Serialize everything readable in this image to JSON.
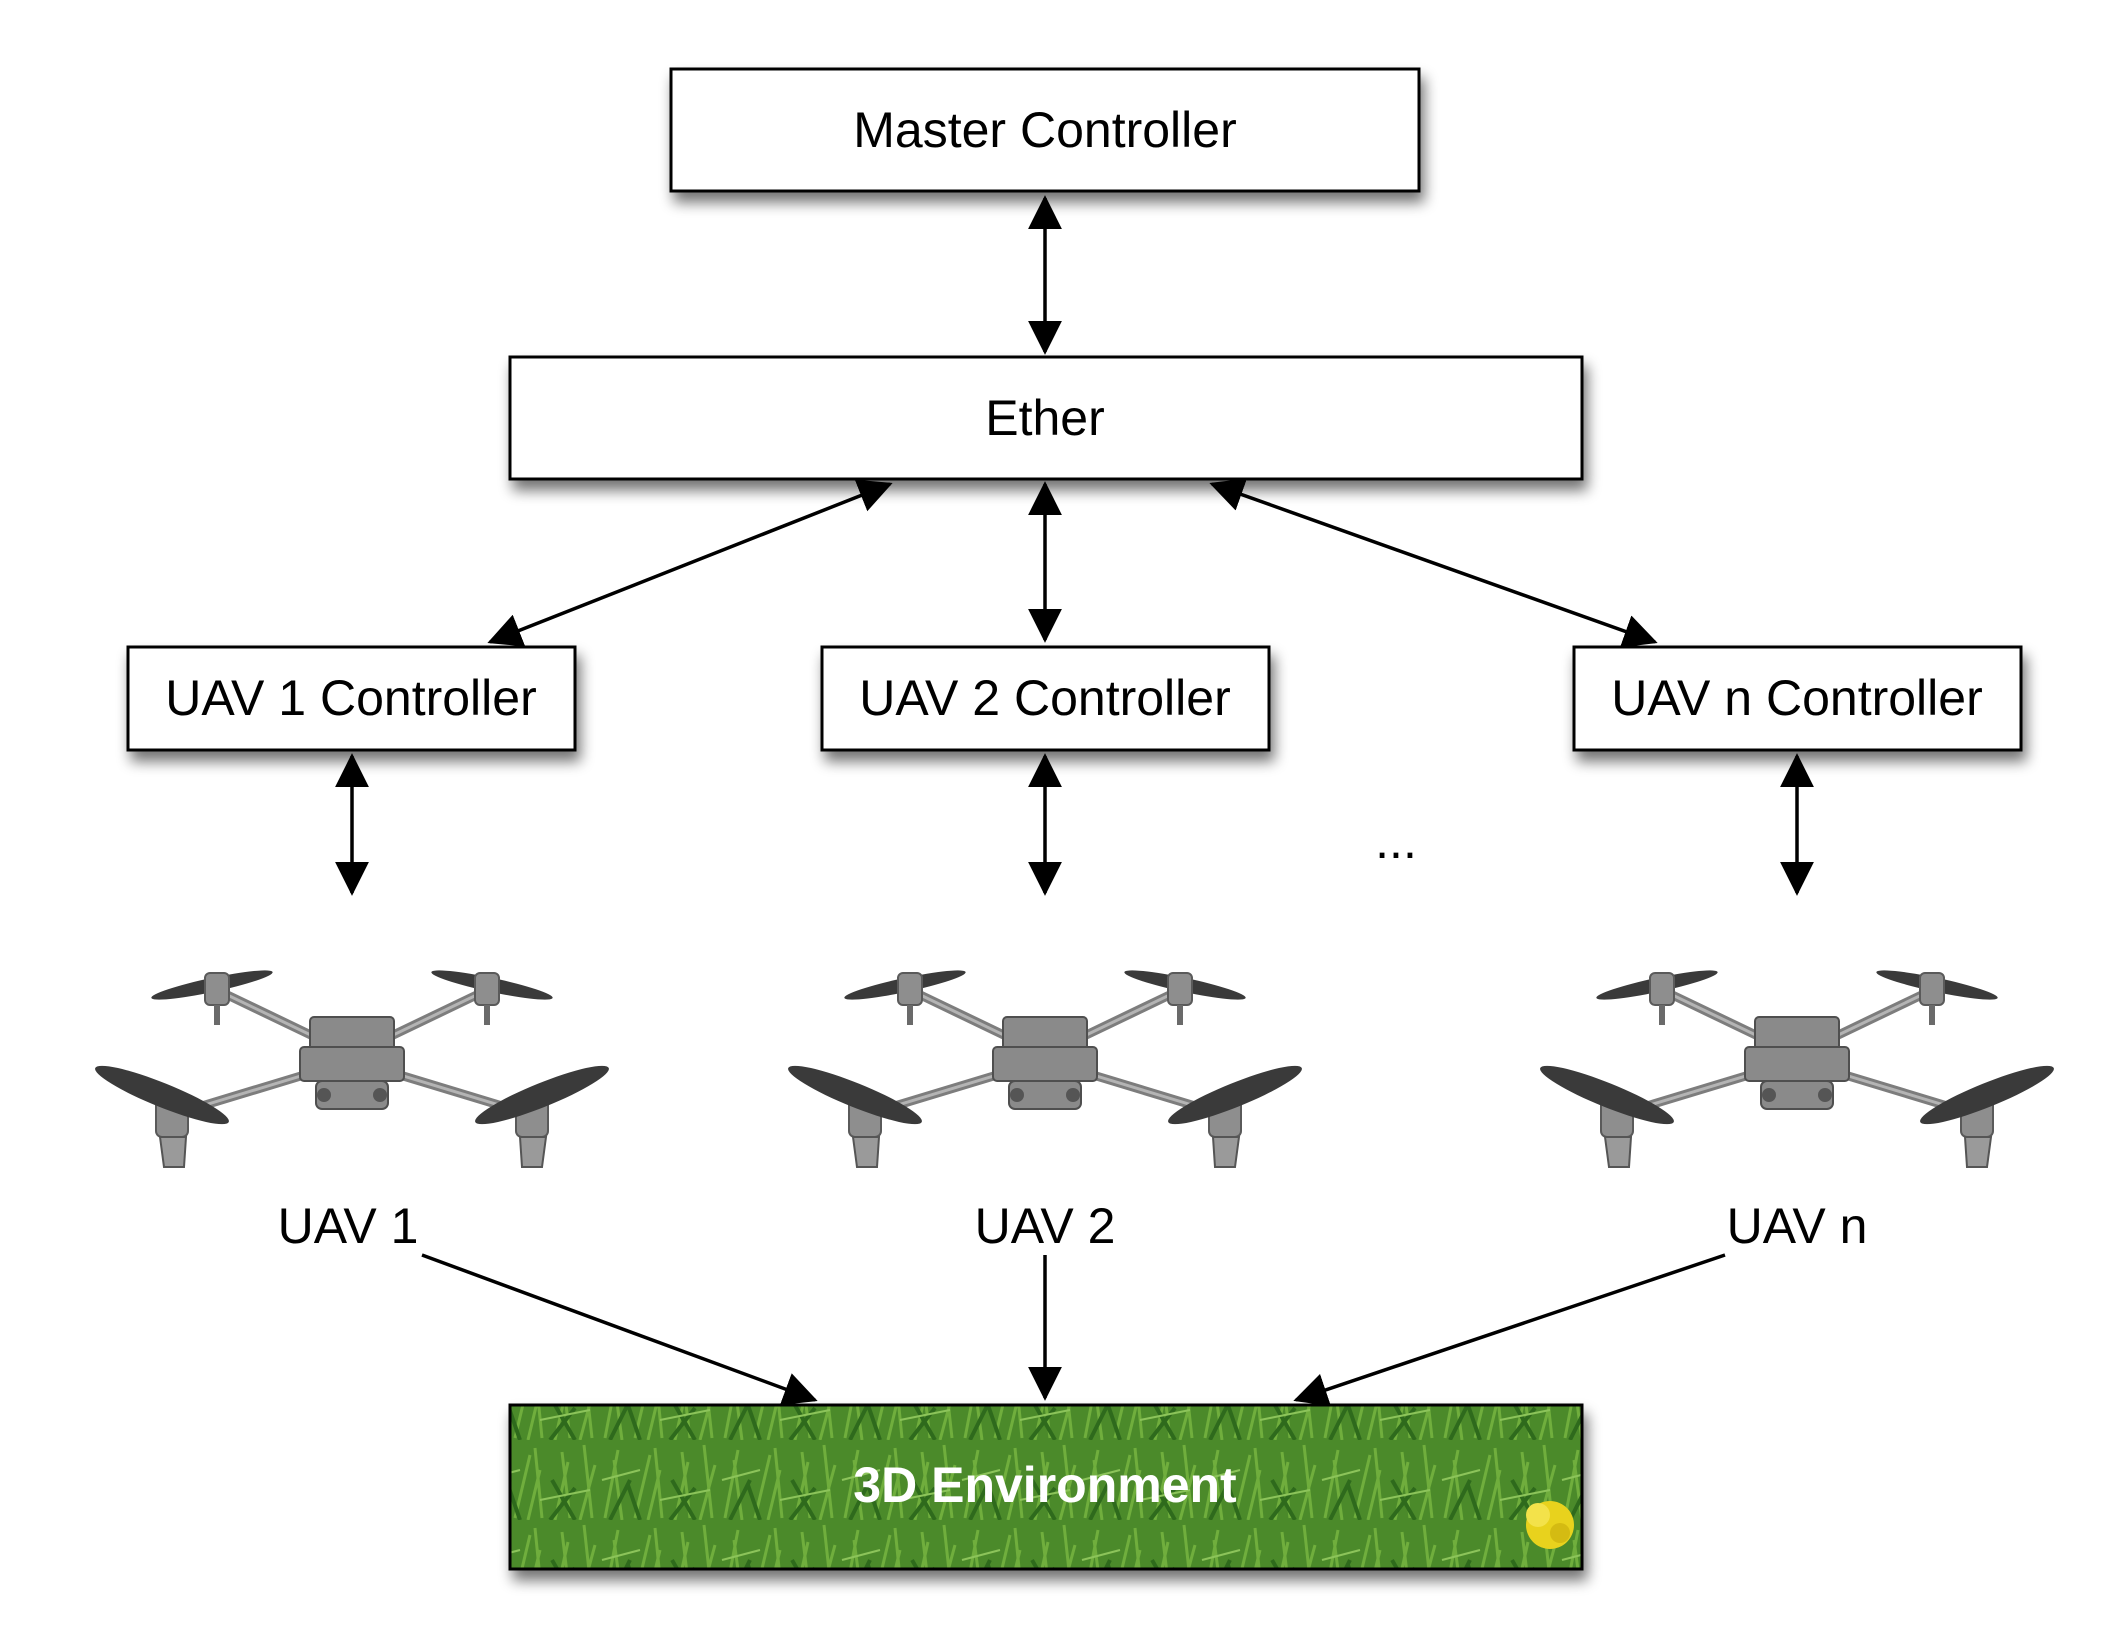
{
  "master": {
    "label": "Master Controller"
  },
  "ether": {
    "label": "Ether"
  },
  "controllers": [
    {
      "label": "UAV 1 Controller"
    },
    {
      "label": "UAV 2 Controller"
    },
    {
      "label": "UAV n Controller"
    }
  ],
  "uavs": [
    {
      "label": "UAV 1"
    },
    {
      "label": "UAV 2"
    },
    {
      "label": "UAV n"
    }
  ],
  "ellipsis": "...",
  "environment": {
    "label": "3D Environment"
  },
  "colors": {
    "grass": "#4e8a2c",
    "flower": "#e8d21d"
  }
}
